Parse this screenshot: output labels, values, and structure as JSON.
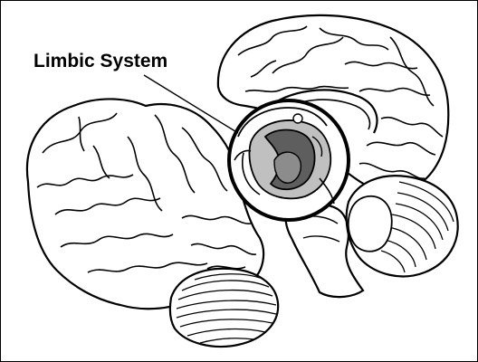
{
  "diagram": {
    "callout_label": "Limbic System"
  },
  "colors": {
    "line": "#000000",
    "background": "#ffffff",
    "highlight_fill": "#c0c0c0",
    "inner_structure_fill": "#5e5e5e",
    "core_fill": "#8c8c8c"
  },
  "icons": [
    "brain-illustration",
    "magnifier-circle"
  ]
}
